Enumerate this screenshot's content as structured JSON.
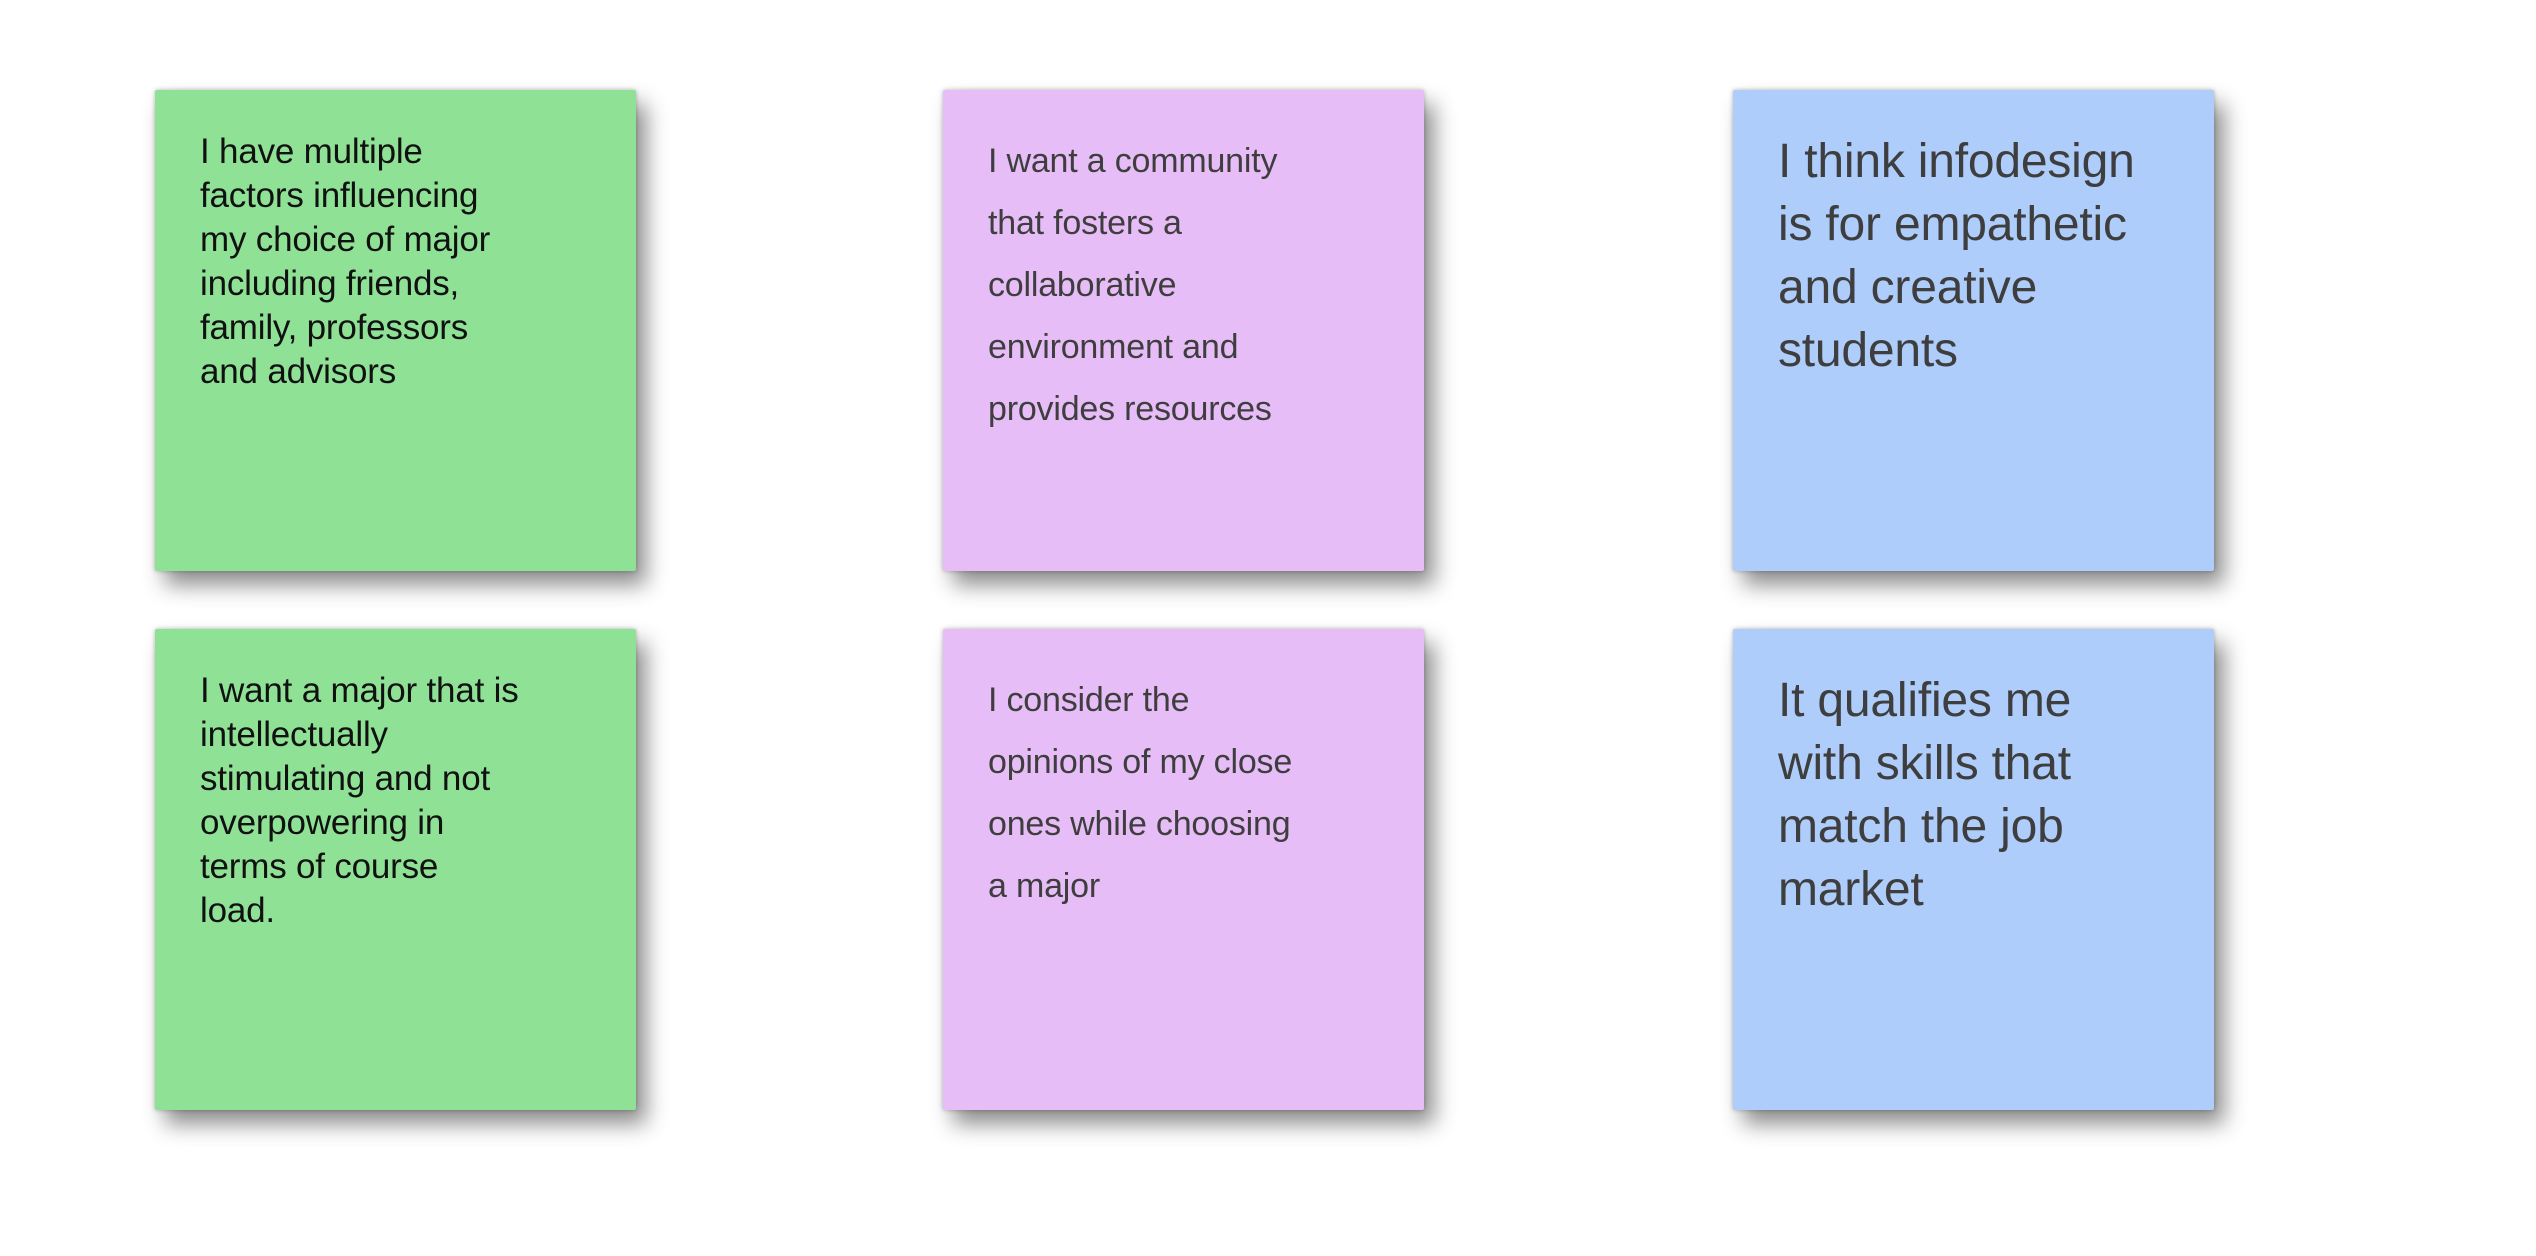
{
  "page": {
    "background_color": "#FFFFFF"
  },
  "palette": {
    "green": "#8FE196",
    "purple": "#E7BDF7",
    "blue": "#AECDFB",
    "green_text": "#111111",
    "purple_text": "#3E3E3E",
    "blue_text": "#3E3E3E"
  },
  "notes": [
    {
      "color": "#8FE196",
      "text_color": "#111111",
      "lines": [
        "I have multiple",
        "factors influencing",
        "my choice of major",
        "including friends,",
        "family, professors",
        "and advisors"
      ]
    },
    {
      "color": "#E7BDF7",
      "text_color": "#3E3E3E",
      "lines": [
        "I want a community",
        "that fosters a",
        "collaborative",
        "environment and",
        "provides resources"
      ]
    },
    {
      "color": "#AECDFB",
      "text_color": "#3E3E3E",
      "lines": [
        "I think infodesign",
        "is for empathetic",
        "and creative",
        "students"
      ]
    },
    {
      "color": "#8FE196",
      "text_color": "#111111",
      "lines": [
        "I want a major that is",
        "intellectually",
        "stimulating and not",
        "overpowering in",
        "terms of course",
        "load."
      ]
    },
    {
      "color": "#E7BDF7",
      "text_color": "#3E3E3E",
      "lines": [
        "I consider the",
        "opinions of my close",
        "ones while choosing",
        "a major"
      ]
    },
    {
      "color": "#AECDFB",
      "text_color": "#3E3E3E",
      "lines": [
        "It qualifies me",
        "with skills that",
        "match the job",
        "market"
      ]
    }
  ]
}
